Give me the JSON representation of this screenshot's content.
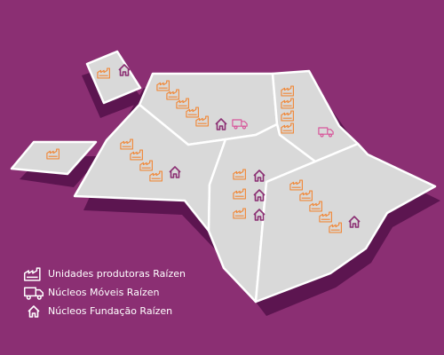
{
  "colors": {
    "background": "#8b2f73",
    "shadow": "#5c1550",
    "land": "#d9d9d9",
    "border": "#ffffff",
    "factory_icon": "#f08a3c",
    "truck_icon": "#d8559a",
    "house_icon": "#8b2f73",
    "legend_text": "#ffffff"
  },
  "legend": {
    "items": [
      {
        "icon": "factory-icon",
        "label": "Unidades produtoras Raízen"
      },
      {
        "icon": "truck-icon",
        "label": "Núcleos Móveis Raízen"
      },
      {
        "icon": "house-icon",
        "label": "Núcleos Fundação Raízen"
      }
    ]
  },
  "regions": [
    {
      "id": "northwest-island",
      "factories": 1,
      "houses": 1,
      "trucks": 0
    },
    {
      "id": "west-island",
      "factories": 1,
      "houses": 0,
      "trucks": 0
    },
    {
      "id": "north",
      "factories": 5,
      "houses": 1,
      "trucks": 1
    },
    {
      "id": "northeast",
      "factories": 4,
      "houses": 0,
      "trucks": 1
    },
    {
      "id": "west",
      "factories": 4,
      "houses": 1,
      "trucks": 0
    },
    {
      "id": "central",
      "factories": 3,
      "houses": 3,
      "trucks": 0
    },
    {
      "id": "southeast",
      "factories": 5,
      "houses": 1,
      "trucks": 0
    }
  ]
}
